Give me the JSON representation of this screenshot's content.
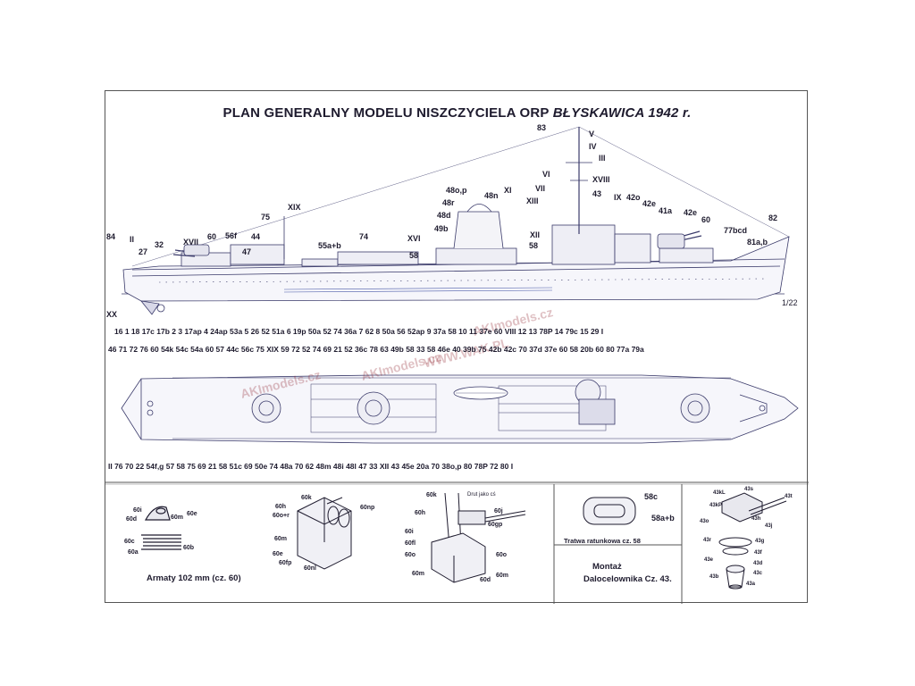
{
  "title": {
    "main": "PLAN GENERALNY MODELU NISZCZYCIELA ORP ",
    "ship": "BŁYSKAWICA 1942 r."
  },
  "watermarks": [
    "AKImodels.cz",
    "AKImodels.cz",
    "AKImodels.cz",
    "WWW.WAK.PL"
  ],
  "scale_mark": "1/22",
  "side_labels": {
    "l83": "83",
    "lV": "V",
    "lIV": "IV",
    "lIII": "III",
    "lVI": "VI",
    "lXVIII": "XVIII",
    "lVII": "VII",
    "l48op": "48o,p",
    "l48n": "48n",
    "lXI": "XI",
    "l43": "43",
    "lIX": "IX",
    "l42o": "42o",
    "lXIII": "XIII",
    "l42e_a": "42e",
    "l41a": "41a",
    "l42e_b": "42e",
    "l48r": "48r",
    "lXIX": "XIX",
    "l48d": "48d",
    "l60a": "60",
    "l82": "82",
    "l75": "75",
    "l49b": "49b",
    "lXII": "XII",
    "l77bcd": "77bcd",
    "l81ab": "81a,b",
    "l84": "84",
    "lII": "II",
    "l60b": "60",
    "l56f": "56f",
    "l44": "44",
    "l74": "74",
    "lXVI": "XVI",
    "l32": "32",
    "lXVII": "XVII",
    "l47": "47",
    "l55ab": "55a+b",
    "l58a": "58",
    "l58b": "58",
    "l27": "27",
    "lXX": "XX"
  },
  "middle_row_1": "16  1  18  17c 17b 2  3  17ap  4  24ap  53a  5  26  52  51a  6  19p  50a  52  74  36a  7  62  8  50a  56  52ap  9  37a  58  10  11  37e  60  VIII  12  13  78P  14  79c  15  29   I",
  "middle_row_2": "46  71  72  76  60  54k 54c  54a  60  57  44c  56c  75  XIX   59  72  52  74  69  21  52  36c  78  63  49b  58  33   58   46e  40  39b  75  42b  42c  70  37d  37e  60  58  20b  60  80  77a  79a",
  "bottom_row": "II   76   70    22   54f,g   57    58   75    69    21    58   51c   69   50e   74   48a   70   62   48m   48i   48l  47  33   XII  43  45e   20a  70   38o,p    80     78P   72       80   I",
  "panel_gun": {
    "caption": "Armaty 102 mm (cz. 60)",
    "labels": {
      "g60i": "60i",
      "g60d": "60d",
      "g60m": "60m",
      "g60e": "60e",
      "g60c": "60c",
      "g60b": "60b",
      "g60a": "60a"
    }
  },
  "panel_turret": {
    "labels": {
      "t60k": "60k",
      "t60h": "60h",
      "t60np": "60np",
      "t60or": "60o+r",
      "t60m": "60m",
      "t60e": "60e",
      "t60fp": "60fp",
      "t60nl": "60nl"
    }
  },
  "panel_mount": {
    "labels": {
      "m60k": "60k",
      "mdrut": "Drut jako cś",
      "m60h": "60h",
      "m60j": "60j",
      "m60gp": "60gp",
      "m60i": "60i",
      "m60fl": "60fl",
      "m60o_a": "60o",
      "m60o_b": "60o",
      "m60m_a": "60m",
      "m60m_b": "60m",
      "m60d": "60d"
    }
  },
  "panel_raft": {
    "caption": "Tratwa ratunkowa  cz. 58",
    "labels": {
      "r58c": "58c",
      "r58ab": "58a+b"
    }
  },
  "panel_rangefinder": {
    "caption_1": "Montaż",
    "caption_2": "Dalocelownika Cz. 43.",
    "labels": {
      "d43kl": "43kL",
      "d43s": "43s",
      "d43kp": "43kP",
      "d43t": "43t",
      "d43o": "43o",
      "d43h": "43h",
      "d43j": "43j",
      "d43r": "43r",
      "d43g": "43g",
      "d43f": "43f",
      "d43e": "43e",
      "d43d": "43d",
      "d43c": "43c",
      "d43b": "43b",
      "d43a": "43a"
    }
  },
  "colors": {
    "ink": "#1e1b2e",
    "hull": "#3a3a6a",
    "blue": "#4a5aa8",
    "watermark": "#8c1e28"
  }
}
